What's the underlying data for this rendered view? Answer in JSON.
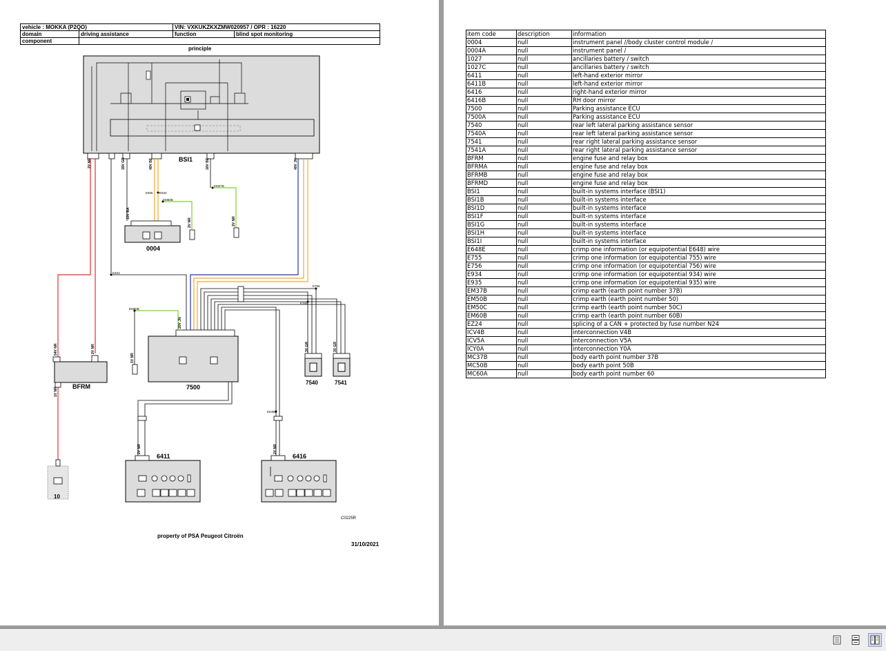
{
  "header": {
    "vehicle": "vehicle : MOKKA (P2QO)",
    "vin": "VIN: VXKUKZKXZMW020957 / OPR : 16220",
    "domain_label": "domain",
    "domain_value": "driving assistance",
    "function_label": "function",
    "function_value": "blind spot monitoring",
    "component_label": "component"
  },
  "diagram": {
    "title": "principle",
    "components": {
      "bsi": "BSI1",
      "ecu0004": "0004",
      "bfrm": "BFRM",
      "ecu7500": "7500",
      "sensor7540": "7540",
      "sensor7541": "7541",
      "mirror6411": "6411",
      "mirror6416": "6416",
      "battery": "10"
    },
    "splices": {
      "e935": "E935",
      "e934": "E934",
      "em60b_a": "EM60B",
      "em37b": "EM37B",
      "ez24": "EZ24",
      "em60b_b": "EM60B",
      "e756": "E756",
      "e755": "E755",
      "e648e": "E648E"
    },
    "pins": {
      "bsi_2v": "2V NR",
      "bsi_18v": "18V GR",
      "bsi_40v": "40V BE",
      "bsi_16v": "16V BE",
      "bsi_40v_jn": "40V JN",
      "e0004_10v": "10V BA",
      "e0004_2v": "2V NR",
      "em37_2v": "2V NR",
      "bfrm_54v": "54V NR",
      "bfrm_1v": "1V NR",
      "bfrm_2v": "2V NR",
      "e7500_1v": "1V NR",
      "e7500_20v": "20V JN",
      "s7540": "3V GR",
      "s7541": "3V GR",
      "m6411": "2V NR",
      "m6416": "2V NR"
    },
    "ref_code": "C0225R",
    "property": "property of PSA Peugeot Citroën",
    "date": "31/10/2021"
  },
  "items_table": {
    "headers": [
      "item code",
      "description",
      "information"
    ],
    "rows": [
      [
        "0004",
        "null",
        "instrument panel //body cluster control module /"
      ],
      [
        "0004A",
        "null",
        "instrument panel /"
      ],
      [
        "1027",
        "null",
        "ancillaries battery / switch"
      ],
      [
        "1027C",
        "null",
        "ancillaries battery / switch"
      ],
      [
        "6411",
        "null",
        "left-hand exterior mirror"
      ],
      [
        "6411B",
        "null",
        "left-hand exterior mirror"
      ],
      [
        "6416",
        "null",
        "right-hand exterior mirror"
      ],
      [
        "6416B",
        "null",
        "RH door mirror"
      ],
      [
        "7500",
        "null",
        "Parking assistance ECU"
      ],
      [
        "7500A",
        "null",
        "Parking assistance ECU"
      ],
      [
        "7540",
        "null",
        "rear left lateral parking assistance sensor"
      ],
      [
        "7540A",
        "null",
        "rear left lateral parking assistance sensor"
      ],
      [
        "7541",
        "null",
        "rear right lateral parking assistance sensor"
      ],
      [
        "7541A",
        "null",
        "rear right lateral parking assistance sensor"
      ],
      [
        "BFRM",
        "null",
        "engine fuse and relay box"
      ],
      [
        "BFRMA",
        "null",
        "engine fuse and relay box"
      ],
      [
        "BFRMB",
        "null",
        "engine fuse and relay box"
      ],
      [
        "BFRMD",
        "null",
        "engine fuse and relay box"
      ],
      [
        "BSI1",
        "null",
        "built-in systems interface (BSI1)"
      ],
      [
        "BSI1B",
        "null",
        "built-in systems interface"
      ],
      [
        "BSI1D",
        "null",
        "built-in systems interface"
      ],
      [
        "BSI1F",
        "null",
        "built-in systems interface"
      ],
      [
        "BSI1G",
        "null",
        "built-in systems interface"
      ],
      [
        "BSI1H",
        "null",
        "built-in systems interface"
      ],
      [
        "BSI1I",
        "null",
        "built-in systems interface"
      ],
      [
        "E648E",
        "null",
        "crimp one information (or equipotential E648) wire"
      ],
      [
        "E755",
        "null",
        "crimp one information (or equipotential 755) wire"
      ],
      [
        "E756",
        "null",
        "crimp one information (or equipotential 756) wire"
      ],
      [
        "E934",
        "null",
        "crimp one information (or equipotential 934) wire"
      ],
      [
        "E935",
        "null",
        "crimp one information (or equipotential 935) wire"
      ],
      [
        "EM37B",
        "null",
        "crimp earth (earth point number 37B)"
      ],
      [
        "EM50B",
        "null",
        "crimp earth (earth point number 50)"
      ],
      [
        "EM50C",
        "null",
        "crimp earth (earth point number 50C)"
      ],
      [
        "EM60B",
        "null",
        "crimp earth (earth point number 60B)"
      ],
      [
        "EZ24",
        "null",
        "splicing of a CAN + protected by fuse number N24"
      ],
      [
        "ICV4B",
        "null",
        "interconnection V4B"
      ],
      [
        "ICV5A",
        "null",
        "interconnection V5A"
      ],
      [
        "ICY0A",
        "null",
        "interconnection Y0A"
      ],
      [
        "MC37B",
        "null",
        "body earth point number 37B"
      ],
      [
        "MC50B",
        "null",
        "body earth point 50B"
      ],
      [
        "MC60A",
        "null",
        "body earth point number 60"
      ]
    ]
  },
  "colors": {
    "wire_red": "#e8282c",
    "wire_green": "#7ed321",
    "wire_blue": "#2432b8",
    "wire_orange": "#f5a623",
    "component_fill": "#dcdcdc"
  },
  "statusbar": {
    "icons": [
      "single-page-view-icon",
      "continuous-view-icon",
      "two-page-view-icon"
    ]
  }
}
